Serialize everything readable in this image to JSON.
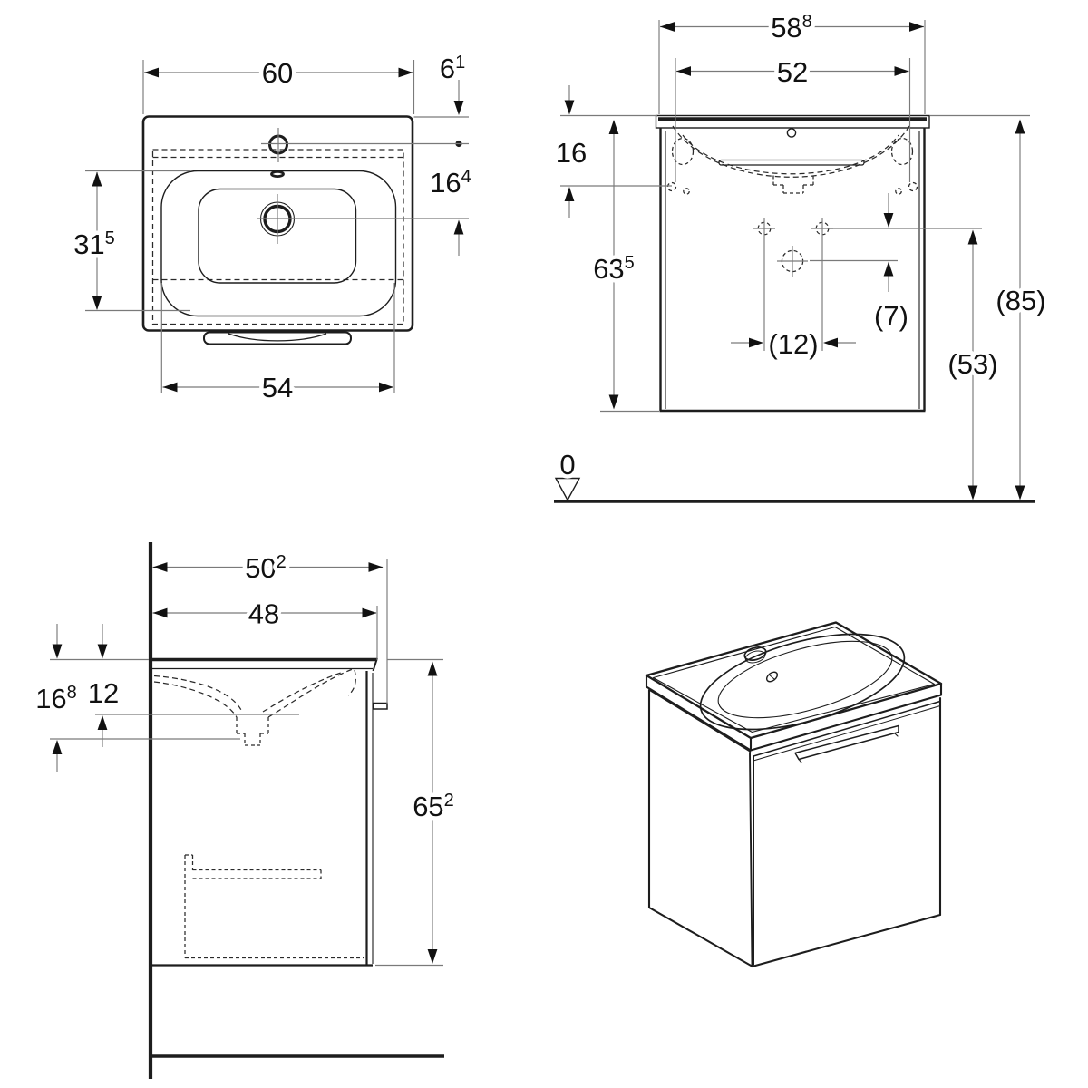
{
  "drawing": {
    "type": "technical-dimension-drawing",
    "subject": "washbasin-vanity-cabinet",
    "colors": {
      "line": "#1d1d1d",
      "thin_line": "#7a7a7a",
      "background": "#ffffff"
    },
    "views": {
      "plan": {
        "label": "washbasin-plan-view",
        "dims": {
          "width": {
            "v": "60",
            "sup": ""
          },
          "tap_offset": {
            "v": "6",
            "sup": "1"
          },
          "tap_to_drain": {
            "v": "16",
            "sup": "4"
          },
          "bowl_depth": {
            "v": "31",
            "sup": "5"
          },
          "bowl_width": {
            "v": "54",
            "sup": ""
          }
        }
      },
      "front": {
        "label": "front-elevation-view",
        "dims": {
          "total_width": {
            "v": "58",
            "sup": "8"
          },
          "fixing_width": {
            "v": "52",
            "sup": ""
          },
          "basin_height": {
            "v": "16",
            "sup": ""
          },
          "cabinet_height": {
            "v": "63",
            "sup": "5"
          },
          "hole_spacing": {
            "v": "(12)",
            "sup": ""
          },
          "hole_offset": {
            "v": "(7)",
            "sup": ""
          },
          "height_ref_53": {
            "v": "(53)",
            "sup": ""
          },
          "height_ref_85": {
            "v": "(85)",
            "sup": ""
          },
          "datum": {
            "v": "0",
            "sup": ""
          }
        }
      },
      "side": {
        "label": "side-section-view",
        "dims": {
          "total_depth": {
            "v": "50",
            "sup": "2"
          },
          "basin_depth": {
            "v": "48",
            "sup": ""
          },
          "front_drop": {
            "v": "16",
            "sup": "8"
          },
          "rim_drop": {
            "v": "12",
            "sup": ""
          },
          "cabinet_height": {
            "v": "65",
            "sup": "2"
          }
        }
      },
      "iso": {
        "label": "perspective-view",
        "dims": {}
      }
    }
  }
}
